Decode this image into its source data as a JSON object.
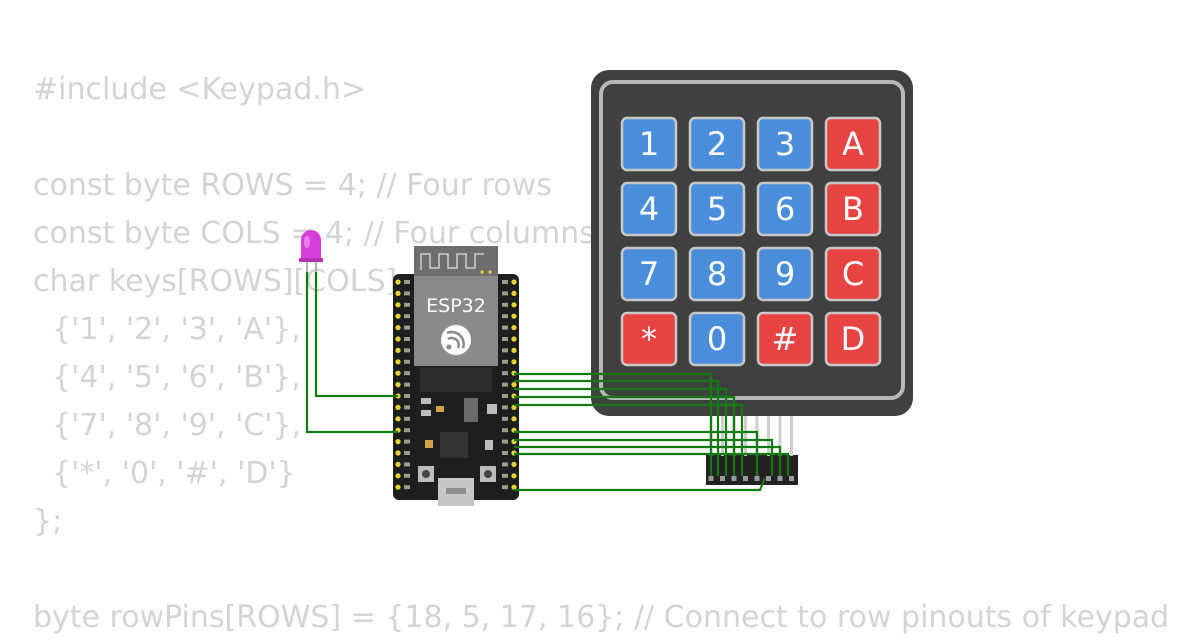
{
  "code_lines": [
    "#include <Keypad.h>",
    "",
    "const byte ROWS = 4; // Four rows",
    "const byte COLS = 4; // Four columns",
    "char keys[ROWS][COLS] = {",
    "  {'1', '2', '3', 'A'},",
    "  {'4', '5', '6', 'B'},",
    "  {'7', '8', '9', 'C'},",
    "  {'*', '0', '#', 'D'}",
    "};",
    "",
    "byte rowPins[ROWS] = {18, 5, 17, 16}; // Connect to row pinouts of keypad"
  ],
  "board": {
    "label": "ESP32"
  },
  "keypad": {
    "keys": [
      [
        "1",
        "2",
        "3",
        "A"
      ],
      [
        "4",
        "5",
        "6",
        "B"
      ],
      [
        "7",
        "8",
        "9",
        "C"
      ],
      [
        "*",
        "0",
        "#",
        "D"
      ]
    ]
  },
  "colors": {
    "code_text": "#d4d4d4",
    "keypad_body": "#404040",
    "key_blue": "#4a8edb",
    "key_red": "#e84343",
    "wire": "#117a11",
    "led": "#d63fd8",
    "board": "#1e1e1e",
    "pin": "#e8d334"
  },
  "icons": [
    "espressif-logo-icon"
  ]
}
